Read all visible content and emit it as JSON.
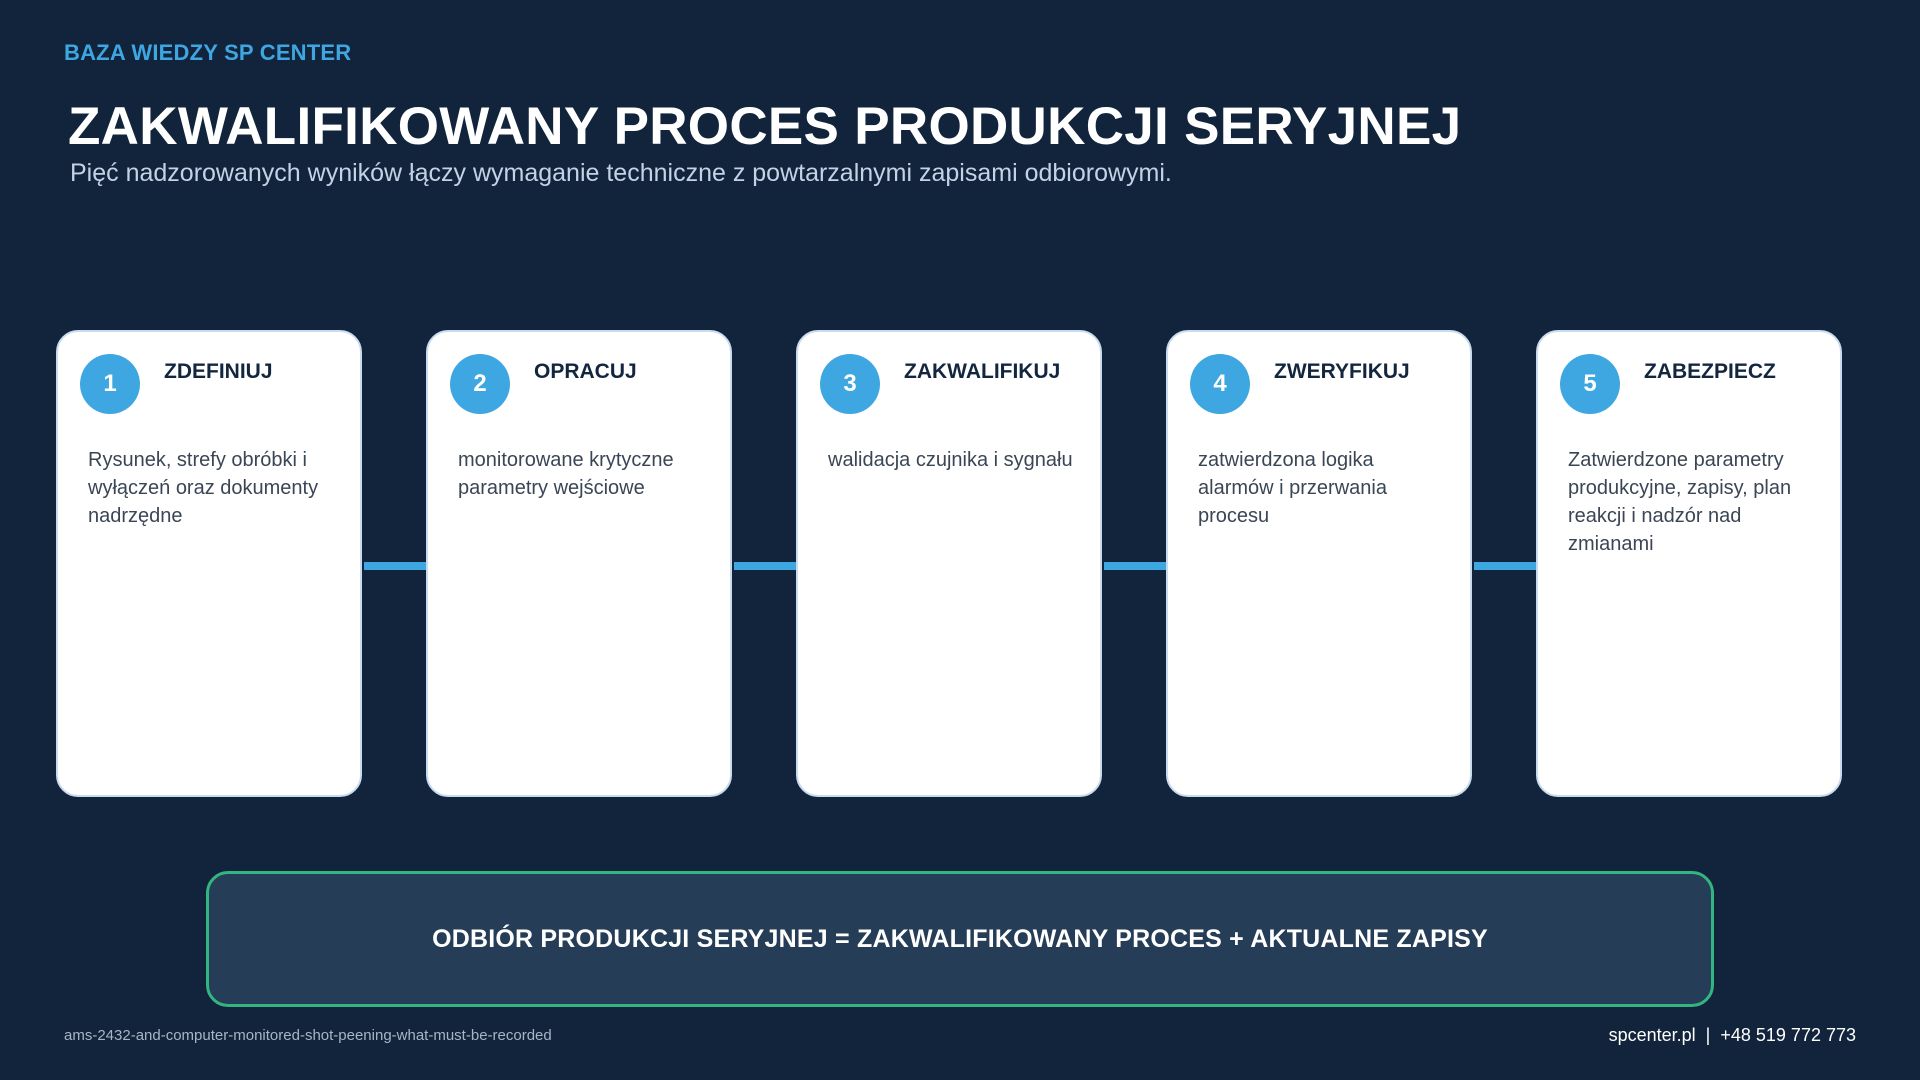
{
  "header": {
    "brand": "BAZA WIEDZY SP CENTER",
    "title": "ZAKWALIFIKOWANY PROCES PRODUKCJI SERYJNEJ",
    "subtitle": "Pięć nadzorowanych wyników łączy wymaganie techniczne z powtarzalnymi zapisami odbiorowymi."
  },
  "steps": [
    {
      "number": "1",
      "title": "ZDEFINIUJ",
      "description": "Rysunek, strefy obróbki i wyłączeń oraz dokumenty nadrzędne"
    },
    {
      "number": "2",
      "title": "OPRACUJ",
      "description": "monitorowane krytyczne parametry wejściowe"
    },
    {
      "number": "3",
      "title": "ZAKWALIFIKUJ",
      "description": "walidacja czujnika i sygnału"
    },
    {
      "number": "4",
      "title": "ZWERYFIKUJ",
      "description": "zatwierdzona logika alarmów i przerwania procesu"
    },
    {
      "number": "5",
      "title": "ZABEZPIECZ",
      "description": "Zatwierdzone parametry produkcyjne, zapisy, plan reakcji i nadzór nad zmianami"
    }
  ],
  "summary": {
    "text": "ODBIÓR PRODUKCJI SERYJNEJ = ZAKWALIFIKOWANY PROCES + AKTUALNE ZAPISY"
  },
  "footer": {
    "slug": "ams-2432-and-computer-monitored-shot-peening-what-must-be-recorded",
    "website": "spcenter.pl",
    "separator": "|",
    "phone": "+48 519 772 773"
  },
  "colors": {
    "background": "#11243b",
    "accent": "#3ea6e0",
    "summary_border": "#33b57f",
    "summary_fill": "#253d56",
    "card_fill": "#ffffff"
  }
}
